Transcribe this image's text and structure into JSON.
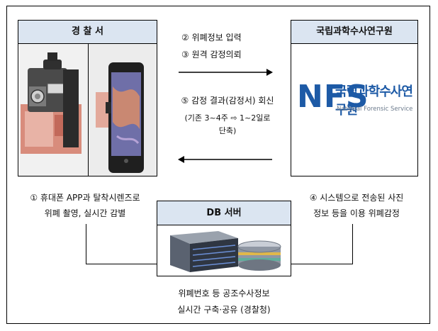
{
  "police": {
    "title": "경 찰 서"
  },
  "nfs": {
    "title": "국립과학수사연구원",
    "logo_letters": "NFS",
    "logo_korean": "국립과학수사연구원",
    "logo_english": "National Forensic Service"
  },
  "db": {
    "title": "DB 서버",
    "caption_line1": "위폐번호 등 공조수사정보",
    "caption_line2": "실시간 구축·공유 (경찰청)"
  },
  "flows": {
    "step2": "② 위폐정보 입력",
    "step3": "③ 원격 감정의뢰",
    "step5": "⑤ 감정 결과(감정서) 회신",
    "step5_note_line1": "(기존 3~4주 ⇨ 1~2일로",
    "step5_note_line2": "단축)"
  },
  "steps": {
    "step1_line1": "① 휴대폰 APP과 탈착시렌즈로",
    "step1_line2": "위폐 촬영, 실시간 감별",
    "step4_line1": "④ 시스템으로 전송된 사진",
    "step4_line2": "정보 등을 이용 위폐감정"
  },
  "colors": {
    "header_fill": "#dbe5f1",
    "nfs_blue": "#1d5aa6",
    "nfs_text": "#6b7a8c"
  }
}
